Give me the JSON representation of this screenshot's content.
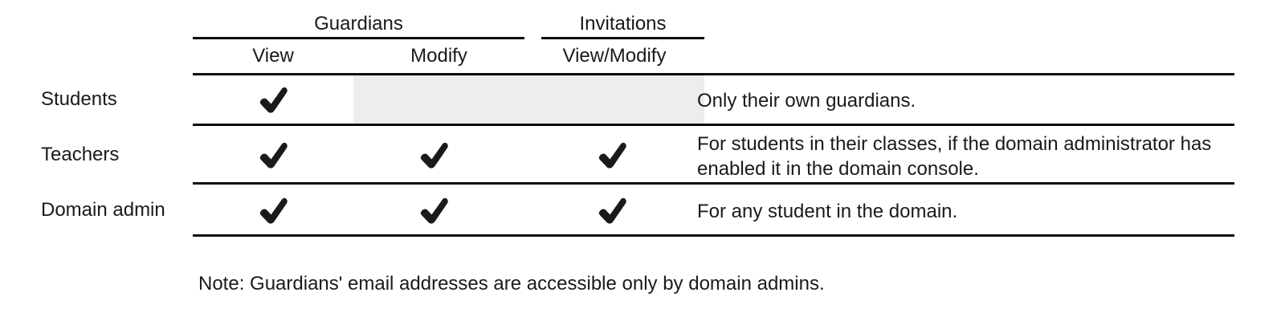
{
  "table": {
    "column_groups": [
      {
        "label": "Guardians",
        "spans": [
          "View",
          "Modify"
        ]
      },
      {
        "label": "Invitations",
        "spans": [
          "View/Modify"
        ]
      }
    ],
    "sub_headers": [
      "View",
      "Modify",
      "View/Modify"
    ],
    "notes_header": "",
    "rows": [
      {
        "label": "Students",
        "guardians_view": "check",
        "guardians_modify": "shaded",
        "invitations_view_modify": "empty",
        "note": "Only their own guardians."
      },
      {
        "label": "Teachers",
        "guardians_view": "check",
        "guardians_modify": "check",
        "invitations_view_modify": "check",
        "note": "For students in their classes, if the domain administrator has enabled it in the domain console."
      },
      {
        "label": "Domain admin",
        "guardians_view": "check",
        "guardians_modify": "check",
        "invitations_view_modify": "check",
        "note": "For any student in the domain."
      }
    ]
  },
  "footnote": "Note: Guardians' email addresses are accessible only by domain admins.",
  "icons": {
    "check": "check-mark-icon"
  },
  "colors": {
    "text": "#1a1a1a",
    "rule": "#0b0b0b",
    "shaded_cell": "#ededed",
    "background": "#ffffff"
  }
}
